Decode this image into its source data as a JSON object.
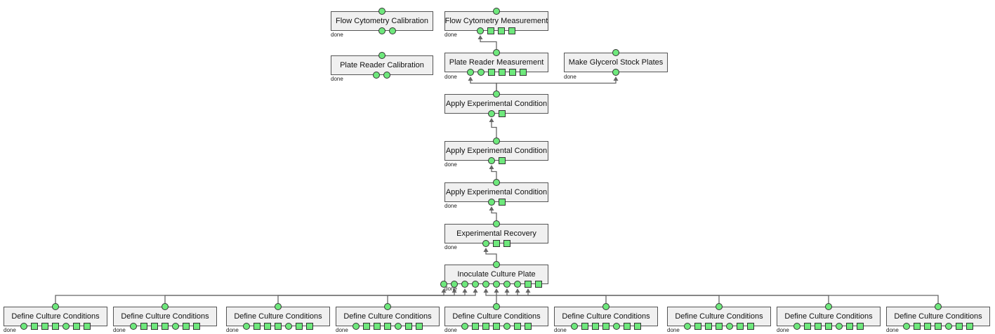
{
  "colors": {
    "node_fill": "#f0f0f0",
    "port_fill": "#6ee87c",
    "wire": "#666666"
  },
  "port_shape_names": {
    "o": "circle-port",
    "s": "square-port"
  },
  "nodes": [
    {
      "id": "flow-cal",
      "label": "Flow Cytometry Calibration",
      "status": "done",
      "outputs": "oo"
    },
    {
      "id": "flow-meas",
      "label": "Flow Cytometry Measurement",
      "status": "done",
      "outputs": "osss"
    },
    {
      "id": "plate-cal",
      "label": "Plate Reader Calibration",
      "status": "done",
      "outputs": "oo"
    },
    {
      "id": "plate-meas",
      "label": "Plate Reader Measurement",
      "status": "done",
      "outputs": "oossss"
    },
    {
      "id": "glycerol",
      "label": "Make Glycerol Stock Plates",
      "status": "done",
      "outputs": "o"
    },
    {
      "id": "apply-1",
      "label": "Apply Experimental Condition",
      "status": "",
      "outputs": "os"
    },
    {
      "id": "apply-2",
      "label": "Apply Experimental Condition",
      "status": "done",
      "outputs": "os"
    },
    {
      "id": "apply-3",
      "label": "Apply Experimental Condition",
      "status": "done",
      "outputs": "os"
    },
    {
      "id": "recovery",
      "label": "Experimental Recovery",
      "status": "done",
      "outputs": "oss"
    },
    {
      "id": "inoculate",
      "label": "Inoculate Culture Plate",
      "status": "done",
      "outputs": "ooooooooss"
    },
    {
      "id": "define-1",
      "label": "Define Culture Conditions",
      "status": "done",
      "outputs": "osssoss"
    },
    {
      "id": "define-2",
      "label": "Define Culture Conditions",
      "status": "done",
      "outputs": "osssoss"
    },
    {
      "id": "define-3",
      "label": "Define Culture Conditions",
      "status": "done",
      "outputs": "osssoss"
    },
    {
      "id": "define-4",
      "label": "Define Culture Conditions",
      "status": "done",
      "outputs": "osssoss"
    },
    {
      "id": "define-5",
      "label": "Define Culture Conditions",
      "status": "done",
      "outputs": "osssoss"
    },
    {
      "id": "define-6",
      "label": "Define Culture Conditions",
      "status": "done",
      "outputs": "osssoss"
    },
    {
      "id": "define-7",
      "label": "Define Culture Conditions",
      "status": "done",
      "outputs": "osssoss"
    },
    {
      "id": "define-8",
      "label": "Define Culture Conditions",
      "status": "done",
      "outputs": "osssoss"
    },
    {
      "id": "define-9",
      "label": "Define Culture Conditions",
      "status": "done",
      "outputs": "osssoss"
    }
  ],
  "edges": [
    {
      "from": "plate-meas",
      "to": "flow-meas"
    },
    {
      "from": "apply-1",
      "to": "plate-meas"
    },
    {
      "from": "apply-1",
      "to": "glycerol"
    },
    {
      "from": "apply-2",
      "to": "apply-1"
    },
    {
      "from": "apply-3",
      "to": "apply-2"
    },
    {
      "from": "recovery",
      "to": "apply-3"
    },
    {
      "from": "inoculate",
      "to": "recovery"
    },
    {
      "from": "define-1",
      "to": "inoculate",
      "port": 0
    },
    {
      "from": "define-2",
      "to": "inoculate",
      "port": 1
    },
    {
      "from": "define-3",
      "to": "inoculate",
      "port": 2
    },
    {
      "from": "define-4",
      "to": "inoculate",
      "port": 3
    },
    {
      "from": "define-5",
      "to": "inoculate",
      "port": 4
    },
    {
      "from": "define-6",
      "to": "inoculate",
      "port": 5
    },
    {
      "from": "define-7",
      "to": "inoculate",
      "port": 6
    },
    {
      "from": "define-8",
      "to": "inoculate",
      "port": 7
    },
    {
      "from": "define-9",
      "to": "inoculate",
      "port": 8
    }
  ]
}
